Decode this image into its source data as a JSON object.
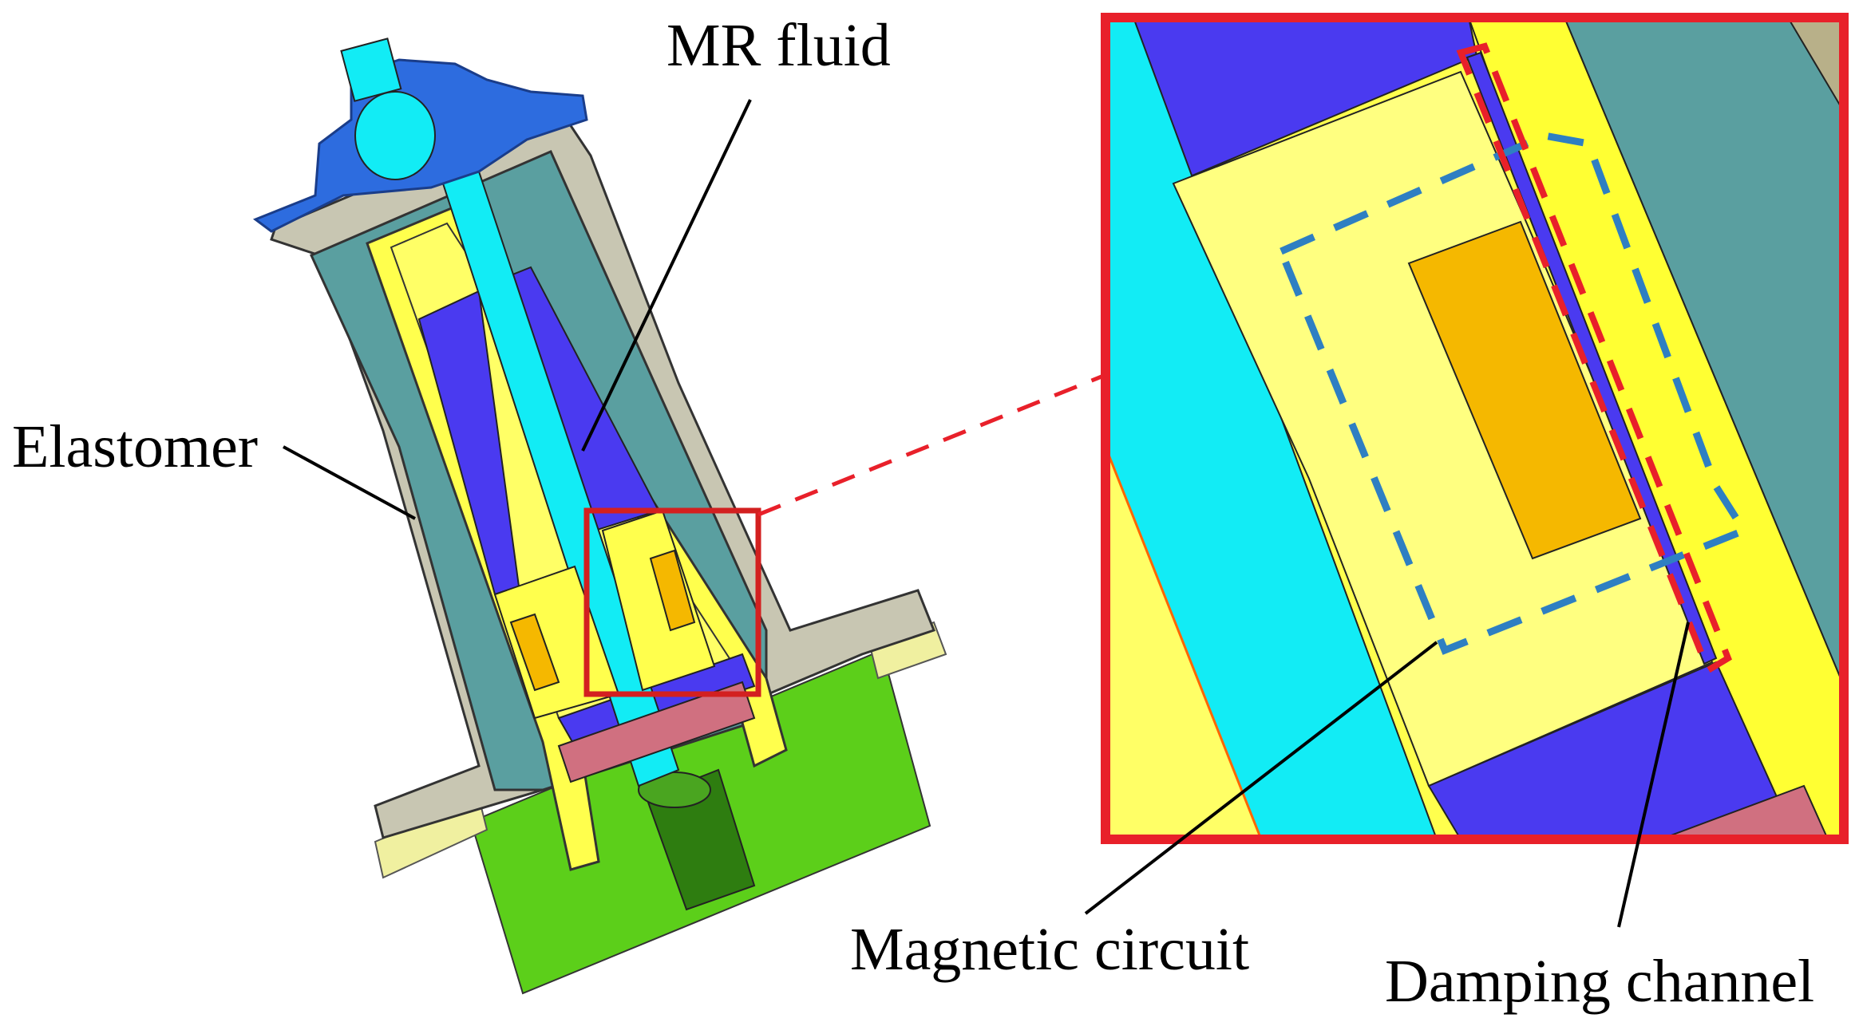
{
  "labels": {
    "mr_fluid": "MR fluid",
    "elastomer": "Elastomer",
    "magnetic_circuit": "Magnetic circuit",
    "damping_channel": "Damping channel"
  },
  "colors": {
    "elastomer": "#5a9fa0",
    "housing": "#c8c6b2",
    "yellow": "#ffff4d",
    "light_yellow": "#ffff80",
    "mr_fluid": "#4a3af0",
    "cyan": "#12ecf5",
    "coil": "#f5b800",
    "blue_top": "#2d6cdf",
    "red_pink": "#d07080",
    "green_block": "#5ccf1a",
    "dark_green": "#2e7d10",
    "highlight_red": "#e8202a",
    "circuit_blue": "#2e7fc2"
  }
}
